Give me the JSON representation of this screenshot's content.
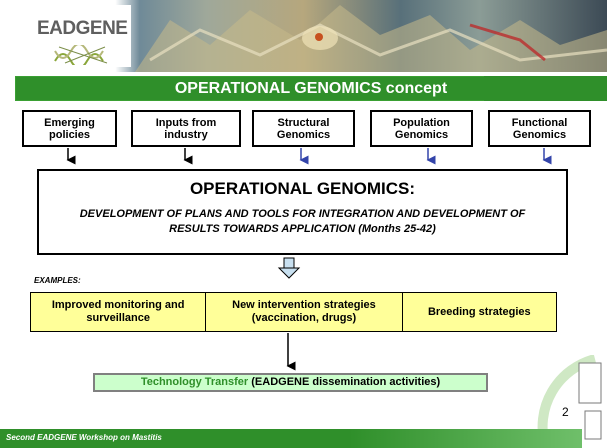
{
  "header": {
    "logo_text": "EADGENE",
    "title": "OPERATIONAL GENOMICS concept"
  },
  "top_boxes": [
    {
      "label": "Emerging policies"
    },
    {
      "label": "Inputs from industry"
    },
    {
      "label": "Structural Genomics"
    },
    {
      "label": "Population Genomics"
    },
    {
      "label": "Functional Genomics"
    }
  ],
  "main": {
    "title": "OPERATIONAL GENOMICS:",
    "subtitle_line1": "DEVELOPMENT OF PLANS AND TOOLS FOR INTEGRATION AND DEVELOPMENT OF",
    "subtitle_line2": "RESULTS TOWARDS APPLICATION (Months 25-42)"
  },
  "examples": {
    "label": "EXAMPLES:",
    "items": [
      {
        "label": "Improved monitoring and surveillance"
      },
      {
        "label": "New intervention strategies (vaccination, drugs)"
      },
      {
        "label": "Breeding strategies"
      }
    ]
  },
  "transfer": {
    "highlight": "Technology Transfer",
    "rest": "(EADGENE dissemination activities)"
  },
  "page_number": "2",
  "footer": {
    "text": "Second EADGENE Workshop on Mastitis"
  },
  "colors": {
    "title_green": "#2f8f2a",
    "example_fill": "#ffff99",
    "transfer_fill": "#ccffcc",
    "arrow_blue": "#3344aa"
  }
}
